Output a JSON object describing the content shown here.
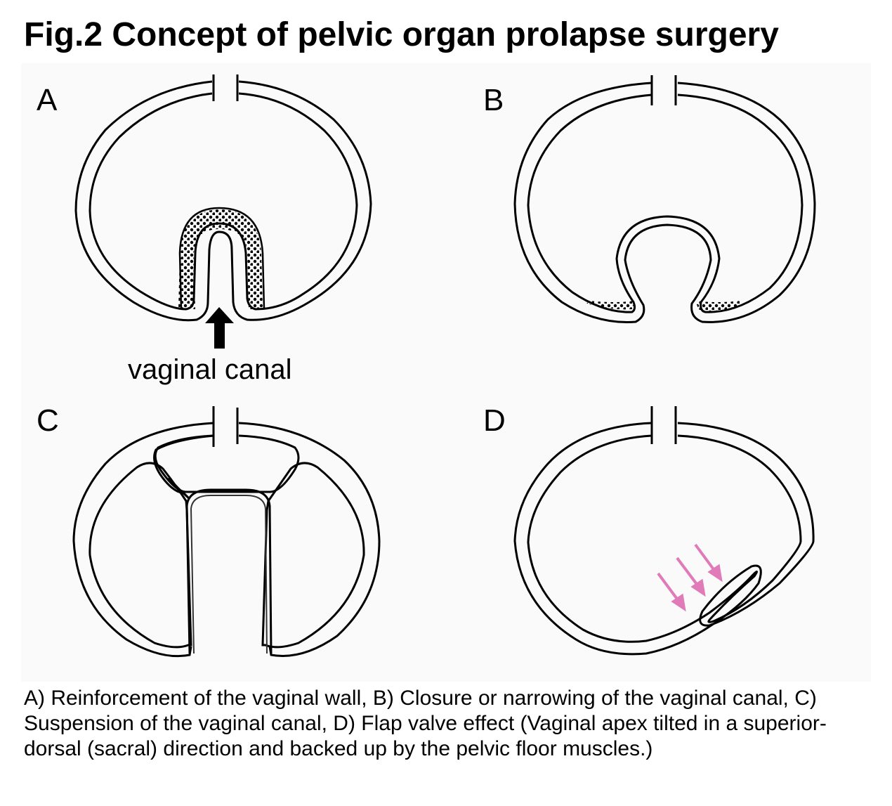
{
  "figure": {
    "title": "Fig.2 Concept of pelvic organ prolapse surgery",
    "panels": [
      {
        "label": "A",
        "depicts": "Reinforcement of the vaginal wall (stippled reinforcement around inverted vaginal canal)"
      },
      {
        "label": "B",
        "depicts": "Closure or narrowing of the vaginal canal"
      },
      {
        "label": "C",
        "depicts": "Suspension of the vaginal canal"
      },
      {
        "label": "D",
        "depicts": "Flap valve effect with pressure arrows"
      }
    ],
    "annotation": "vaginal canal",
    "arrow_colors": {
      "panel_a": "#000000",
      "panel_d": "#e07ab8"
    },
    "caption": "A) Reinforcement of the vaginal wall, B) Closure or narrowing of the vaginal canal, C) Suspension of the vaginal canal, D) Flap valve effect (Vaginal apex tilted in a superior-dorsal (sacral) direction and  backed up by the pelvic floor muscles.)"
  }
}
